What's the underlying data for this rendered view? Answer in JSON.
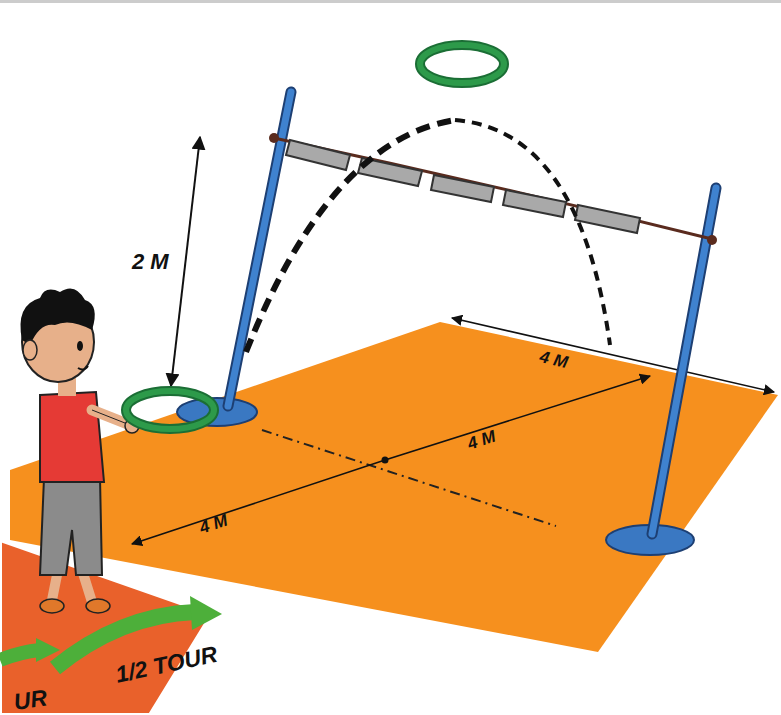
{
  "diagram": {
    "labels": [
      "2 M",
      "4 M",
      "4 M",
      "4 M",
      "1/2 TOUR",
      "UR"
    ]
  }
}
